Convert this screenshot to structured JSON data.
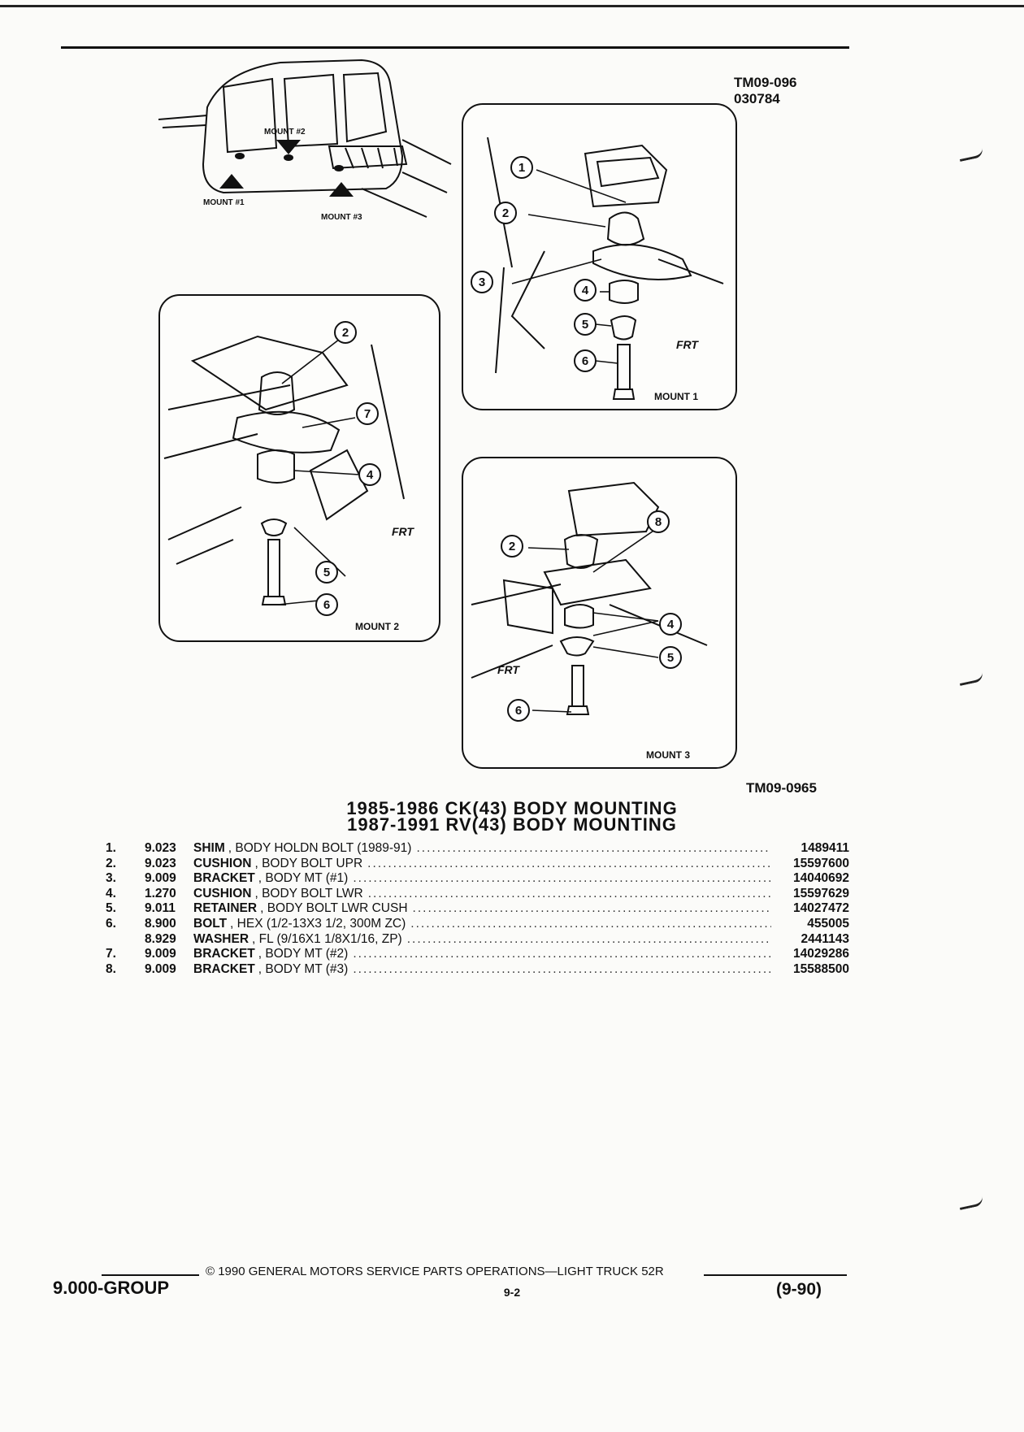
{
  "figure": {
    "ref_top_1": "TM09-096",
    "ref_top_2": "030784",
    "ref_bottom": "TM09-0965",
    "overview": {
      "labels": [
        "MOUNT #2",
        "MOUNT #1",
        "MOUNT #3"
      ]
    },
    "mount1": {
      "label": "MOUNT 1",
      "frt": "FRT",
      "callouts": [
        "1",
        "2",
        "3",
        "4",
        "5",
        "6"
      ]
    },
    "mount2": {
      "label": "MOUNT 2",
      "frt": "FRT",
      "callouts": [
        "2",
        "7",
        "4",
        "5",
        "6"
      ]
    },
    "mount3": {
      "label": "MOUNT 3",
      "frt": "FRT",
      "callouts": [
        "2",
        "8",
        "4",
        "5",
        "6"
      ]
    }
  },
  "title": {
    "line1": "1985-1986 CK(43) BODY MOUNTING",
    "line2": "1987-1991 RV(43) BODY MOUNTING"
  },
  "parts": [
    {
      "no": "1.",
      "code": "9.023",
      "name": "SHIM",
      "desc": ", BODY HOLDN BOLT (1989-91)",
      "pn": "1489411"
    },
    {
      "no": "2.",
      "code": "9.023",
      "name": "CUSHION",
      "desc": ", BODY BOLT UPR",
      "pn": "15597600"
    },
    {
      "no": "3.",
      "code": "9.009",
      "name": "BRACKET",
      "desc": ", BODY MT (#1)",
      "pn": "14040692"
    },
    {
      "no": "4.",
      "code": "1.270",
      "name": "CUSHION",
      "desc": ", BODY BOLT LWR",
      "pn": "15597629"
    },
    {
      "no": "5.",
      "code": "9.011",
      "name": "RETAINER",
      "desc": ", BODY BOLT LWR CUSH",
      "pn": "14027472"
    },
    {
      "no": "6.",
      "code": "8.900",
      "name": "BOLT",
      "desc": ", HEX (1/2-13X3 1/2, 300M ZC)",
      "pn": "455005"
    },
    {
      "no": "",
      "code": "8.929",
      "name": "WASHER",
      "desc": ", FL (9/16X1 1/8X1/16, ZP)",
      "pn": "2441143"
    },
    {
      "no": "7.",
      "code": "9.009",
      "name": "BRACKET",
      "desc": ", BODY MT (#2)",
      "pn": "14029286"
    },
    {
      "no": "8.",
      "code": "9.009",
      "name": "BRACKET",
      "desc": ", BODY MT (#3)",
      "pn": "15588500"
    }
  ],
  "footer": {
    "copyright": "© 1990 GENERAL MOTORS SERVICE PARTS OPERATIONS—LIGHT TRUCK 52R",
    "group": "9.000-GROUP",
    "page": "9-2",
    "date": "(9-90)"
  }
}
